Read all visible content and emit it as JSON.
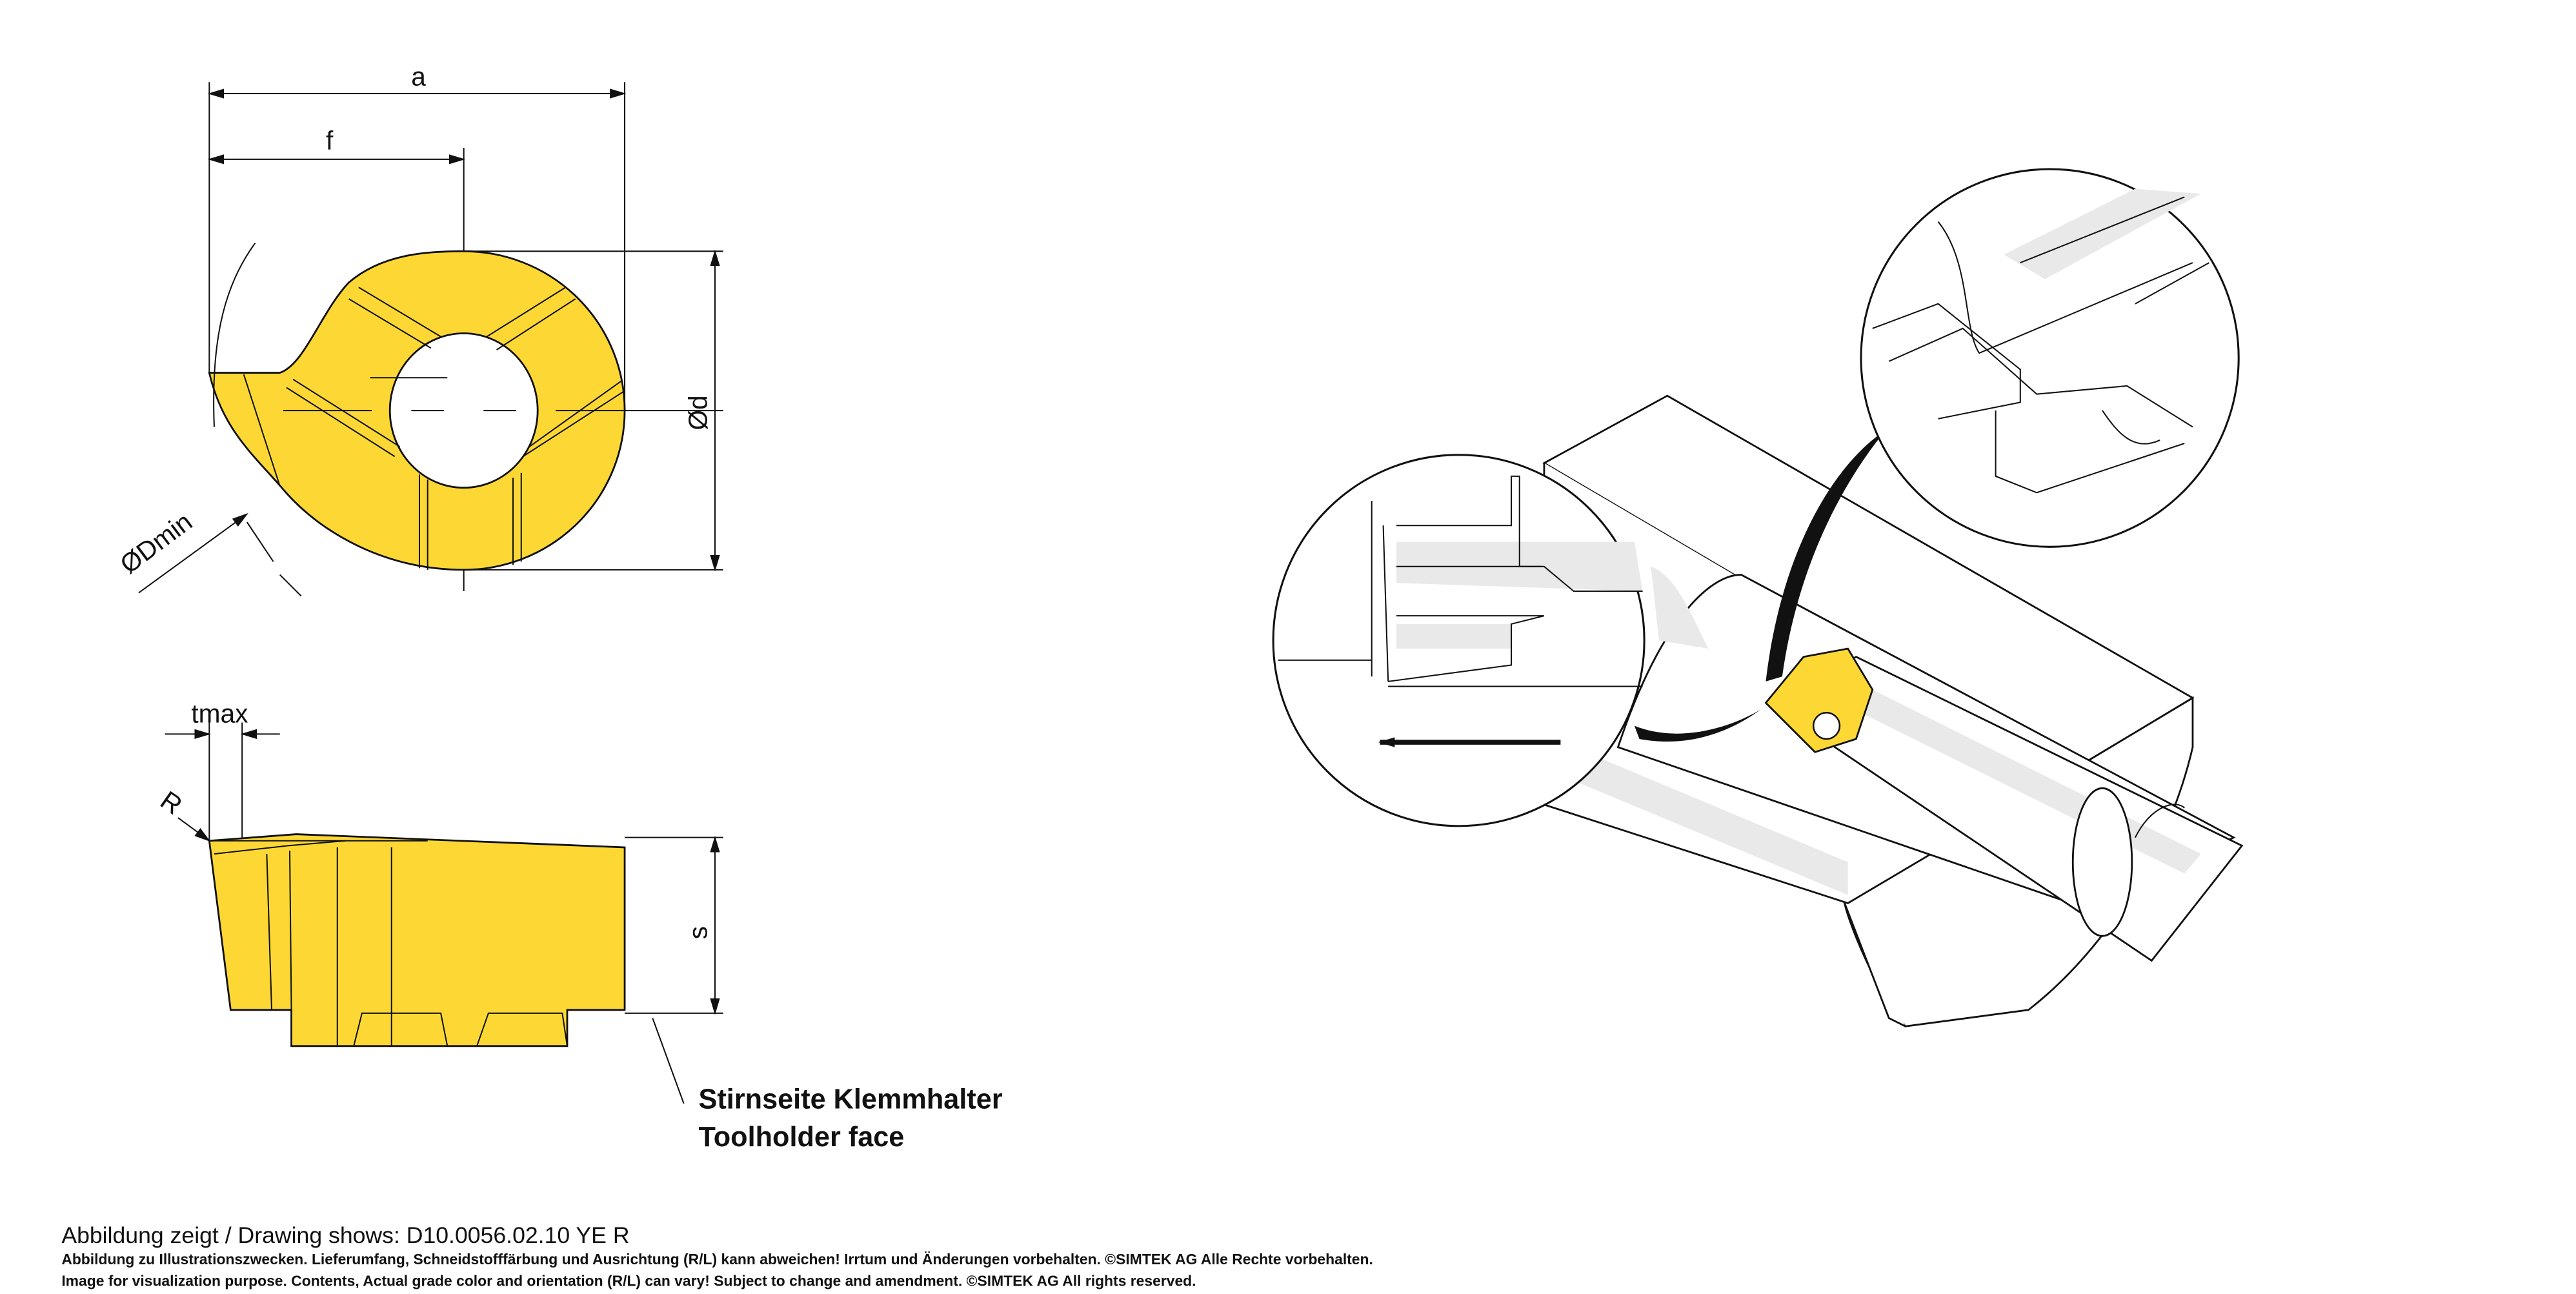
{
  "drawing": {
    "insert_color": "#FDD835",
    "labels": {
      "a": "a",
      "f": "f",
      "d": "Ød",
      "dmin": "ØDmin",
      "tmax": "tmax",
      "r": "R",
      "s": "s"
    },
    "callout": {
      "line1": "Stirnseite Klemmhalter",
      "line2": "Toolholder face"
    }
  },
  "footer": {
    "drawing_shows": "Abbildung zeigt / Drawing shows: D10.0056.02.10 YE R",
    "disclaimer_de": "Abbildung zu Illustrationszwecken. Lieferumfang, Schneidstofffärbung und Ausrichtung (R/L) kann abweichen! Irrtum und Änderungen vorbehalten. ©SIMTEK AG Alle Rechte vorbehalten.",
    "disclaimer_en": "Image for visualization purpose. Contents, Actual grade color and orientation (R/L) can vary! Subject to change and amendment. ©SIMTEK AG All rights reserved."
  }
}
